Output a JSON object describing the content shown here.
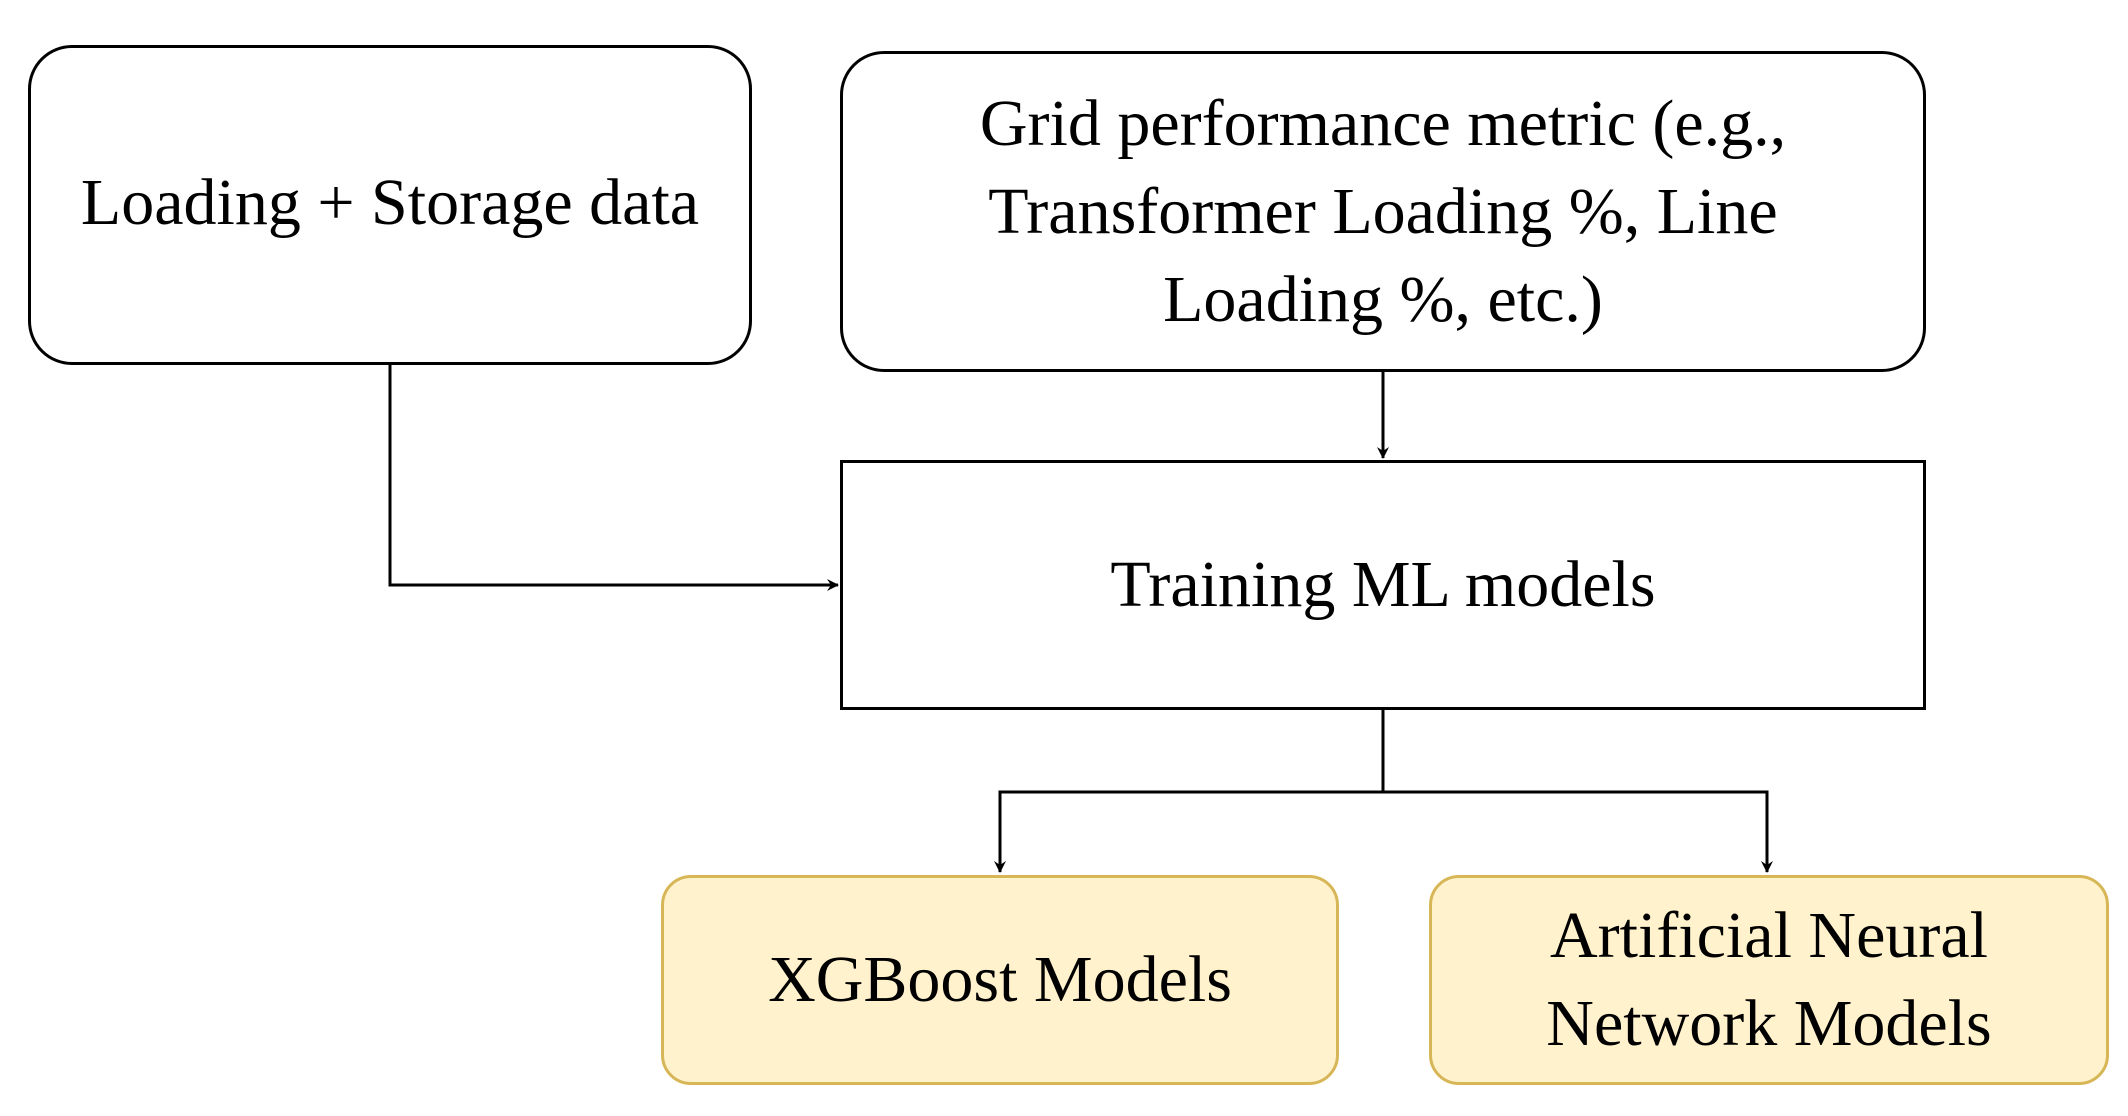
{
  "diagram": {
    "nodes": {
      "loading_storage": {
        "label": "Loading + Storage data"
      },
      "grid_metric": {
        "lines": [
          "Grid performance metric (e.g.,",
          "Transformer Loading %, Line",
          "Loading %, etc.)"
        ]
      },
      "training": {
        "label": "Training ML models"
      },
      "xgboost": {
        "label": "XGBoost Models"
      },
      "ann": {
        "lines": [
          "Artificial Neural",
          "Network Models"
        ]
      }
    },
    "edges": [
      {
        "from": "loading_storage",
        "to": "training"
      },
      {
        "from": "grid_metric",
        "to": "training"
      },
      {
        "from": "training",
        "to": "xgboost"
      },
      {
        "from": "training",
        "to": "ann"
      }
    ],
    "colors": {
      "stroke": "#000000",
      "model_fill": "#fff2cc",
      "model_border": "#d6b656"
    }
  }
}
